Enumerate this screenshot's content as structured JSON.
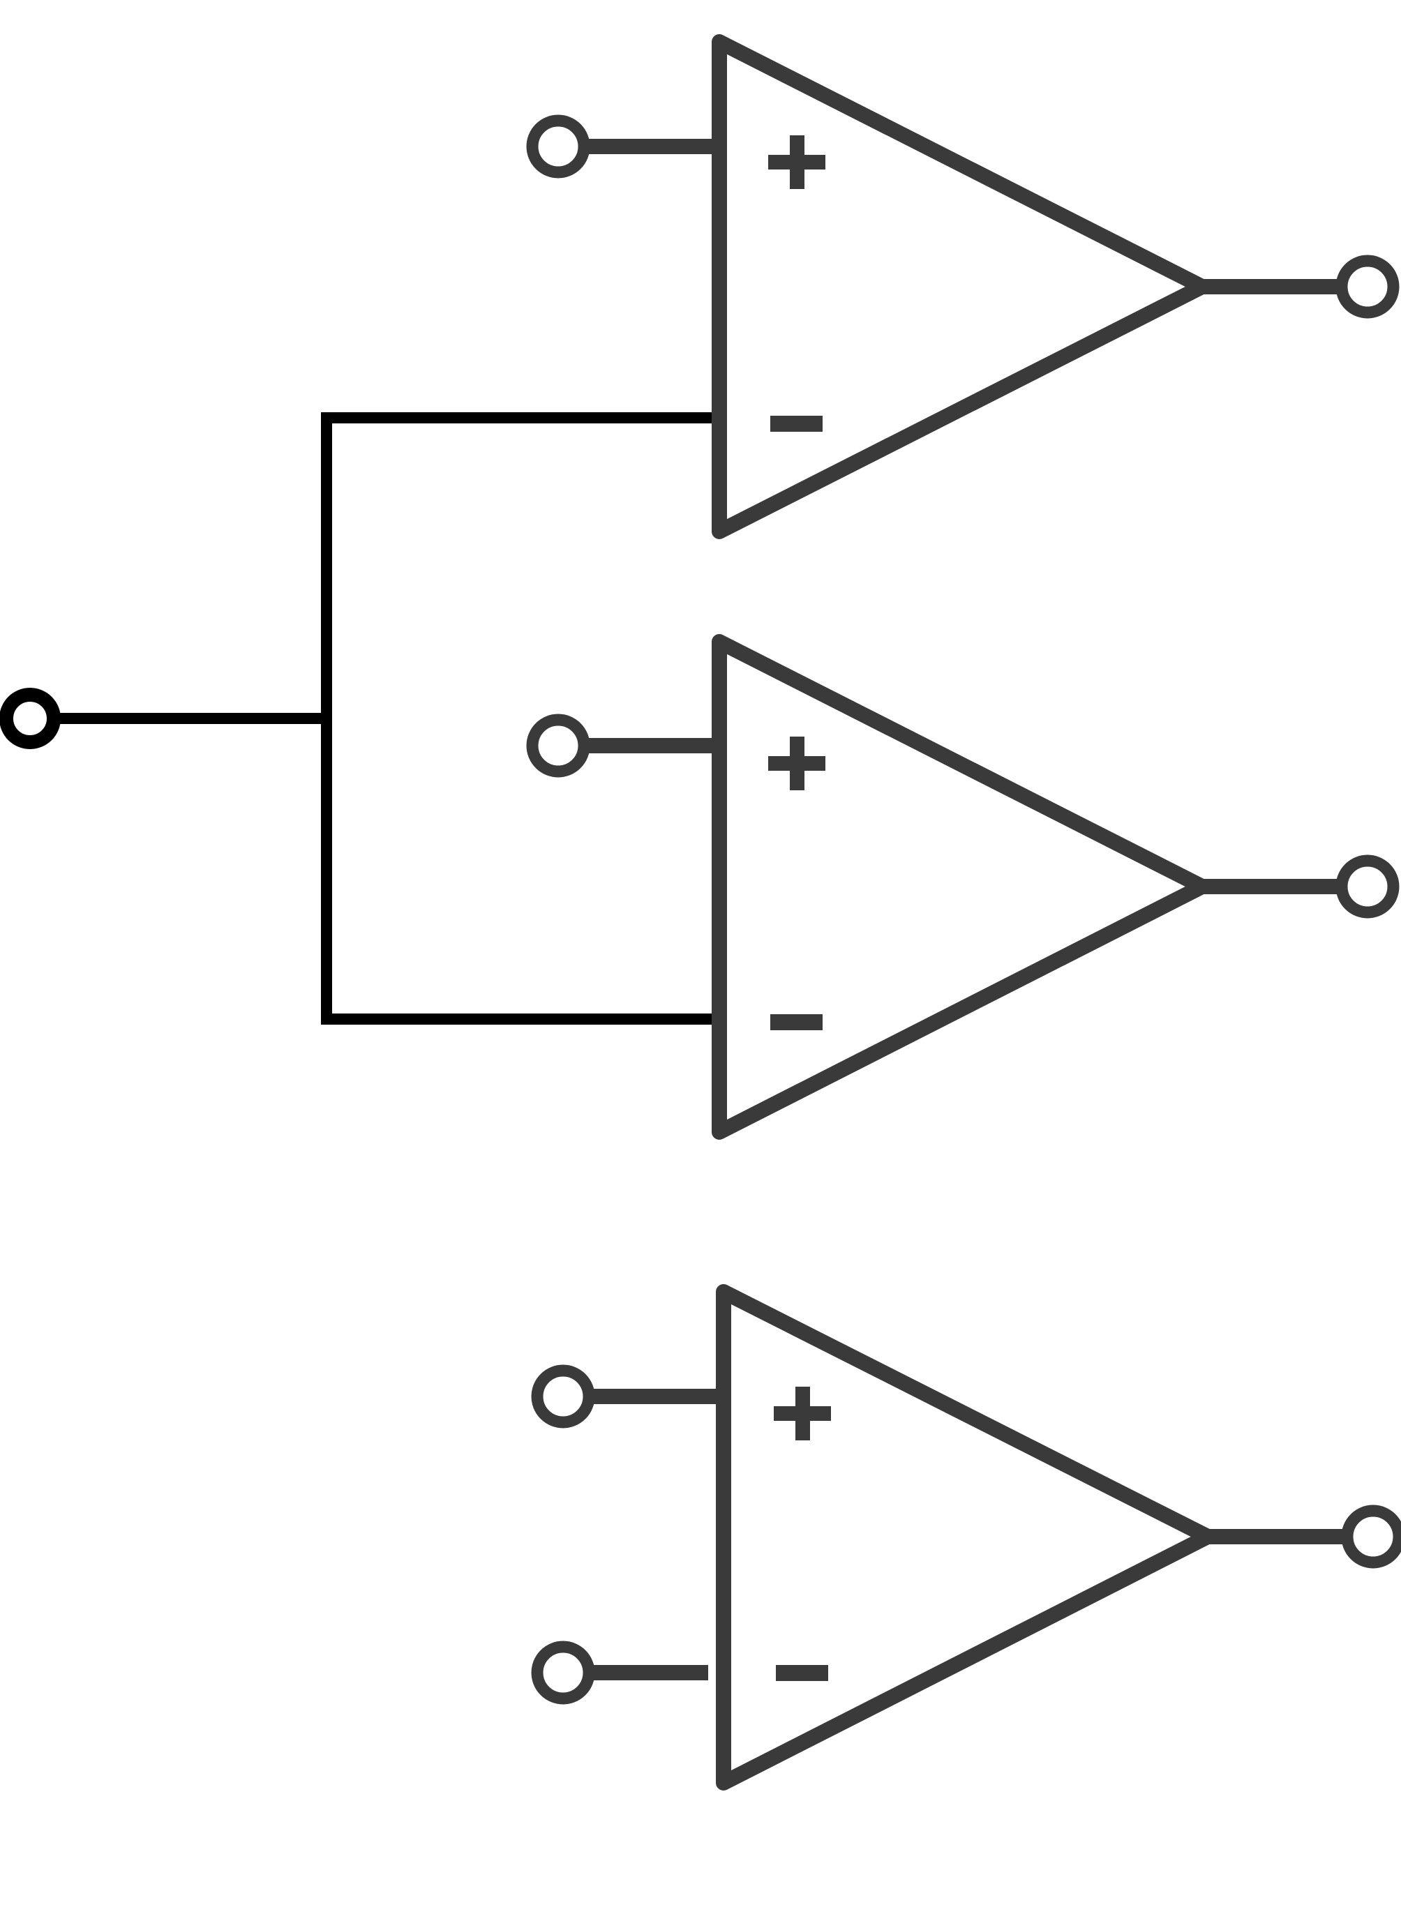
{
  "diagram": {
    "kind": "op-amp schematic",
    "colors": {
      "amplifier_stroke": "#3a3a3a",
      "wire_stroke": "#000000",
      "background": "#ffffff"
    },
    "amplifiers": [
      {
        "id": "opamp-1",
        "inputs": [
          "non-inverting",
          "inverting"
        ],
        "non_inverting_symbol": "+",
        "inverting_symbol": "−",
        "inverting_input_connected_to": "common-input"
      },
      {
        "id": "opamp-2",
        "inputs": [
          "non-inverting",
          "inverting"
        ],
        "non_inverting_symbol": "+",
        "inverting_symbol": "−",
        "inverting_input_connected_to": "common-input"
      },
      {
        "id": "opamp-3",
        "inputs": [
          "non-inverting",
          "inverting"
        ],
        "non_inverting_symbol": "+",
        "inverting_symbol": "−",
        "inverting_input_connected_to": "own-terminal"
      }
    ],
    "common_input": {
      "icon": "terminal-circle-icon",
      "drives": [
        "opamp-1",
        "opamp-2"
      ]
    },
    "icons": {
      "amplifier": "op-amp-triangle-icon",
      "terminal": "terminal-circle-icon",
      "plus": "plus-sign-icon",
      "minus": "minus-sign-icon"
    }
  }
}
